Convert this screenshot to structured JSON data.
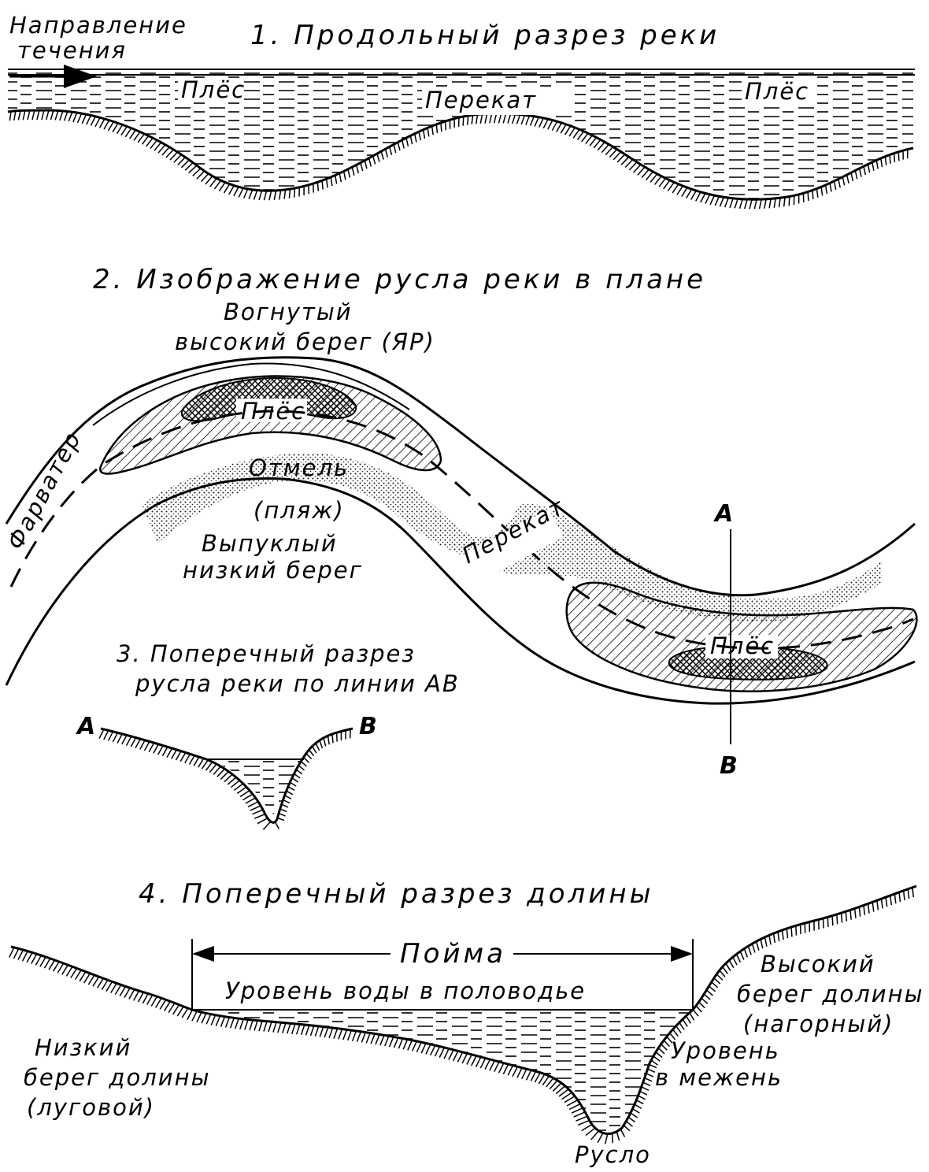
{
  "section1": {
    "title": "1. Продольный разрез реки",
    "flow_label_line1": "Направление",
    "flow_label_line2": "течения",
    "pool_left": "Плёс",
    "riffle": "Перекат",
    "pool_right": "Плёс"
  },
  "section2": {
    "title": "2. Изображение русла реки в плане",
    "concave_bank_line1": "Вогнутый",
    "concave_bank_line2": "высокий берег (ЯР)",
    "pool_top": "Плёс",
    "fairway": "Фарватер",
    "shoal": "Отмель",
    "beach": "(пляж)",
    "convex_bank_line1": "Выпуклый",
    "convex_bank_line2": "низкий берег",
    "riffle": "Перекат",
    "pool_bottom": "Плёс",
    "point_a": "А",
    "point_b": "В"
  },
  "section3": {
    "title_line1": "3. Поперечный разрез",
    "title_line2": "русла реки по линии АВ",
    "point_a": "А",
    "point_b": "В"
  },
  "section4": {
    "title": "4. Поперечный разрез долины",
    "floodplain": "Пойма",
    "flood_level": "Уровень воды в половодье",
    "low_bank_line1": "Низкий",
    "low_bank_line2": "берег долины",
    "low_bank_line3": "(луговой)",
    "high_bank_line1": "Высокий",
    "high_bank_line2": "берег долины",
    "high_bank_line3": "(нагорный)",
    "low_water_line1": "Уровень",
    "low_water_line2": "в межень",
    "channel": "Русло"
  }
}
